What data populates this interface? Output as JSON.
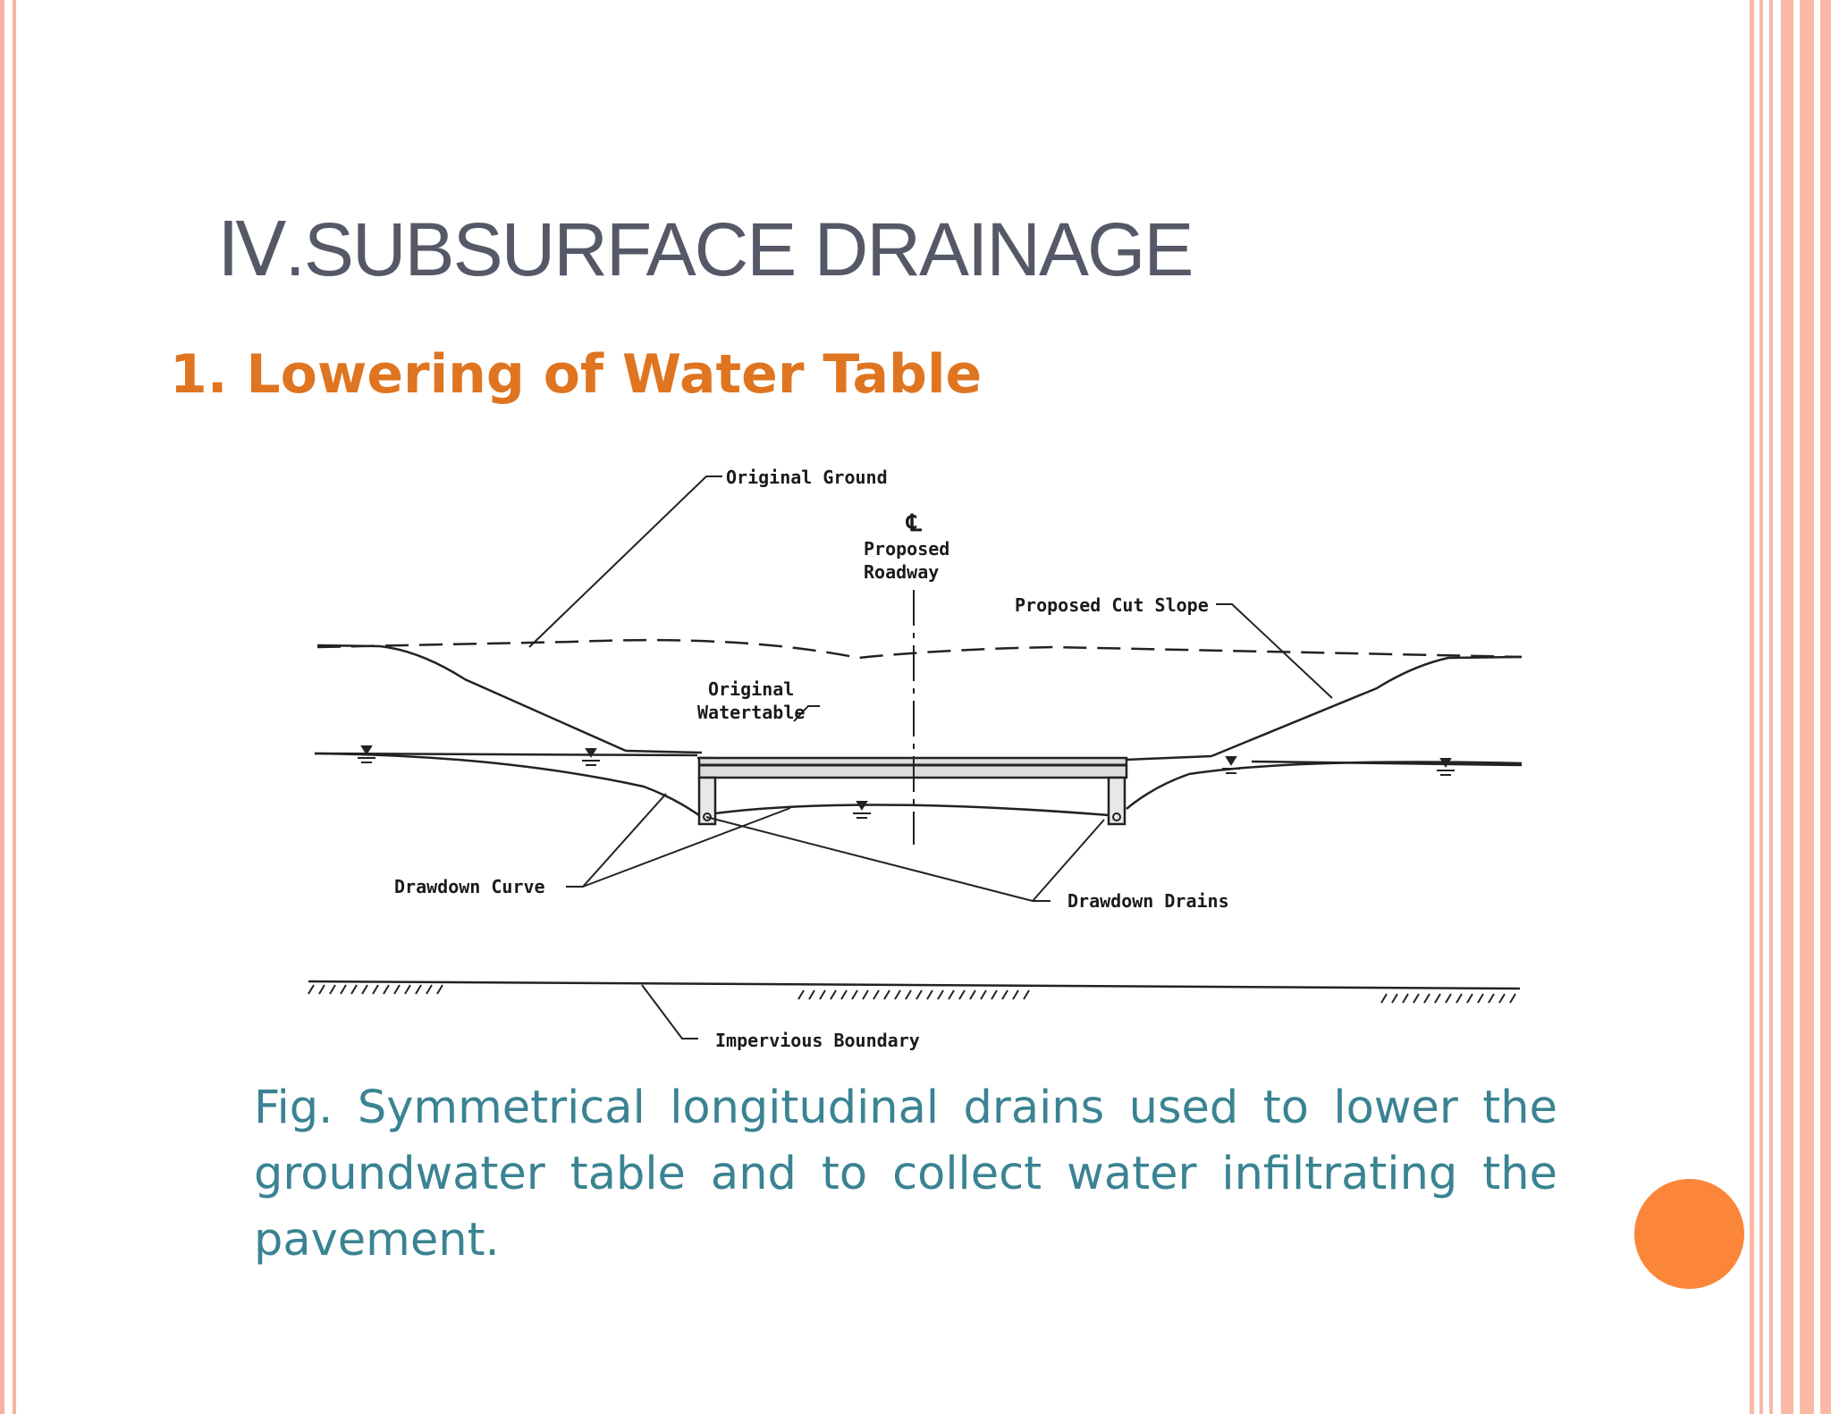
{
  "slide": {
    "title": "Ⅳ.SUBSURFACE  DRAINAGE",
    "subtitle": "1.  Lowering of Water  Table",
    "caption": "Fig. Symmetrical longitudinal drains used to lower the groundwater table and to collect water infiltrating the pavement."
  },
  "diagram": {
    "labels": {
      "original_ground": "Original Ground",
      "centerline_symbol": "℄",
      "proposed_roadway_line1": "Proposed",
      "proposed_roadway_line2": "Roadway",
      "proposed_cut_slope": "Proposed Cut Slope",
      "original_watertable_line1": "Original",
      "original_watertable_line2": "Watertable",
      "drawdown_curve": "Drawdown Curve",
      "drawdown_drains": "Drawdown Drains",
      "impervious_boundary": "Impervious Boundary"
    }
  },
  "colors": {
    "title": "#555867",
    "subtitle": "#df7520",
    "caption": "#3a8392",
    "accent_circle": "#fb863a",
    "border": "#f6b3a2"
  }
}
